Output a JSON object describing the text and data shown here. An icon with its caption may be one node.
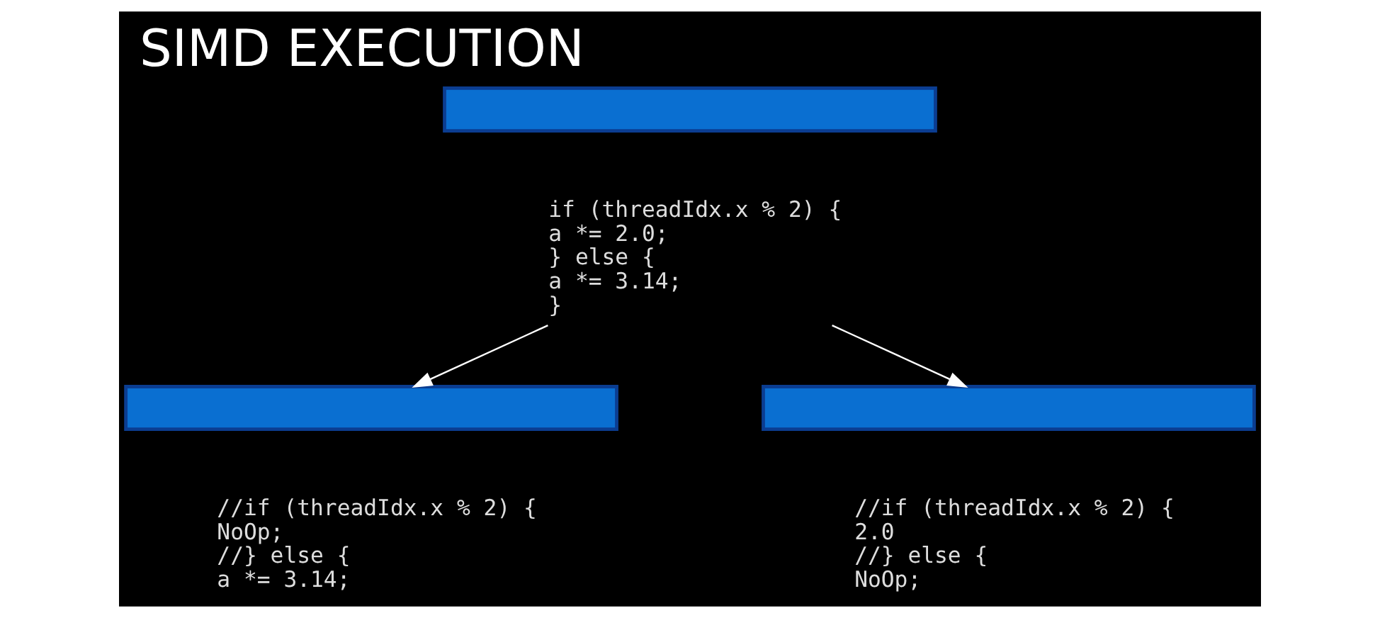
{
  "diagram": {
    "title": "SIMD EXECUTION",
    "nodes": [
      {
        "text": [],
        "shape": "bar"
      },
      {
        "text": [
          "if (threadIdx.x % 2) { a *= 2.0; } else { a *= 3.14; }"
        ]
      },
      {
        "text": [],
        "shape": "bar"
      },
      {
        "text": [],
        "shape": "bar"
      },
      {
        "text": [
          "//if (threadIdx.x % 2) { NoOp; //} else { a *= 3.14;"
        ]
      },
      {
        "text": [
          "//if (threadIdx.x % 2) { 2.0 //} else { NoOp;"
        ]
      }
    ],
    "edges": [
      {
        "from": 1,
        "to": 2,
        "arrow": "to"
      },
      {
        "from": 1,
        "to": 3,
        "arrow": "to"
      }
    ]
  }
}
